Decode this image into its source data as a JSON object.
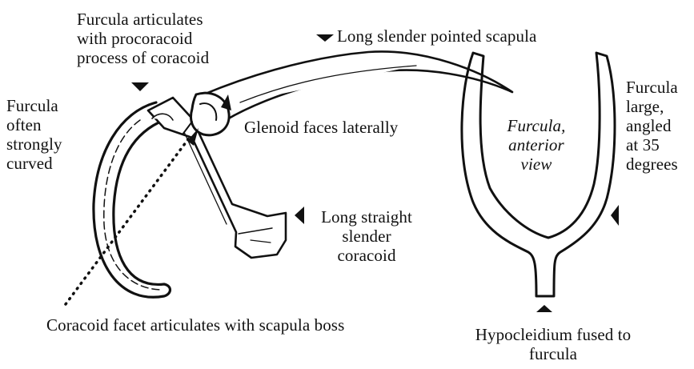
{
  "labels": {
    "furcula_articulates": [
      "Furcula articulates",
      "with procoracoid",
      "process of coracoid"
    ],
    "long_scapula": "Long slender pointed scapula",
    "furcula_curved": [
      "Furcula",
      "often",
      "strongly",
      "curved"
    ],
    "glenoid": "Glenoid faces laterally",
    "furcula_anterior": [
      "Furcula,",
      "anterior",
      "view"
    ],
    "furcula_large": [
      "Furcula",
      "large,",
      "angled",
      "at 35",
      "degrees"
    ],
    "long_coracoid": [
      "Long straight",
      "slender",
      "coracoid"
    ],
    "coracoid_facet": "Coracoid facet articulates with scapula boss",
    "hypocleidium": [
      "Hypocleidium fused to",
      "furcula"
    ]
  },
  "colors": {
    "ink": "#111111",
    "background": "#ffffff"
  }
}
